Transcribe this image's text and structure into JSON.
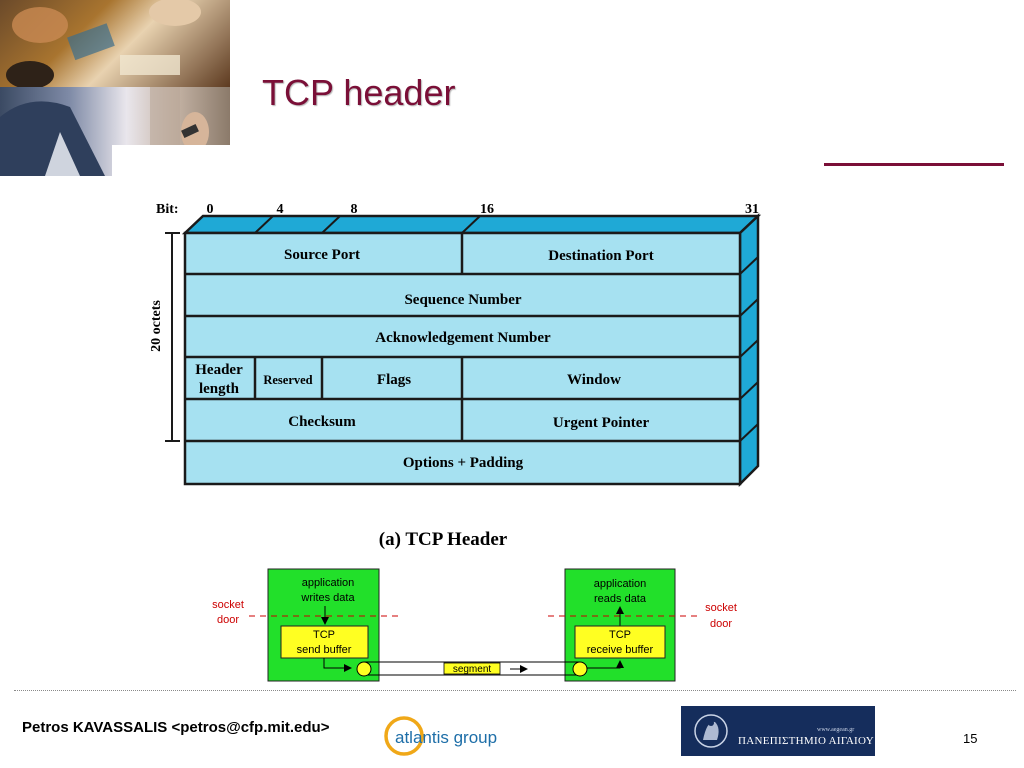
{
  "slide": {
    "title": "TCP header",
    "page_number": "15"
  },
  "header_diagram": {
    "bit_label": "Bit:",
    "bit_ticks": [
      "0",
      "4",
      "8",
      "16",
      "31"
    ],
    "octets_label": "20 octets",
    "fields": {
      "source_port": "Source Port",
      "destination_port": "Destination Port",
      "sequence_number": "Sequence Number",
      "ack_number": "Acknowledgement Number",
      "header_length_line1": "Header",
      "header_length_line2": "length",
      "reserved": "Reserved",
      "flags": "Flags",
      "window": "Window",
      "checksum": "Checksum",
      "urgent_pointer": "Urgent Pointer",
      "options_padding": "Options + Padding"
    },
    "caption": "(a) TCP Header",
    "colors": {
      "field_fill": "#a6e1f1",
      "field_side": "#1fa9d6",
      "stroke": "#1a1a1a"
    }
  },
  "socket_diagram": {
    "left": {
      "app_line1": "application",
      "app_line2": "writes data",
      "buffer_line1": "TCP",
      "buffer_line2": "send buffer",
      "socket_line1": "socket",
      "socket_line2": "door"
    },
    "right": {
      "app_line1": "application",
      "app_line2": "reads data",
      "buffer_line1": "TCP",
      "buffer_line2": "receive buffer",
      "socket_line1": "socket",
      "socket_line2": "door"
    },
    "segment_label": "segment",
    "colors": {
      "host_fill": "#22e02a",
      "buffer_fill": "#ffff22",
      "socket_text": "#cc0000"
    }
  },
  "footer": {
    "author": "Petros KAVASSALIS <petros@cfp.mit.edu>",
    "atlantis_logo_text": "atlantis group",
    "aegean_url": "www.aegean.gr",
    "aegean_name": "ΠΑΝΕΠΙΣΤΗΜΙΟ ΑΙΓΑΙΟΥ"
  }
}
